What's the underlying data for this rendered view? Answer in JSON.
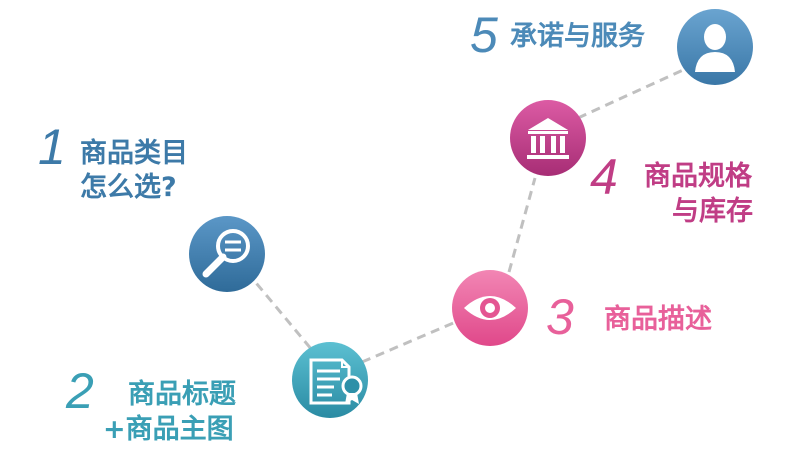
{
  "steps": [
    {
      "number": "1",
      "title_line1": "商品类目",
      "title_line2": "怎么选?",
      "icon": "magnifier-icon"
    },
    {
      "number": "2",
      "title_line1": "商品标题",
      "title_line2": "+商品主图",
      "icon": "certificate-document-icon"
    },
    {
      "number": "3",
      "title_line1": "商品描述",
      "icon": "eye-icon"
    },
    {
      "number": "4",
      "title_line1": "商品规格",
      "title_line2": "与库存",
      "icon": "bank-building-icon"
    },
    {
      "number": "5",
      "title_line1": "承诺与服务",
      "icon": "user-icon"
    }
  ],
  "colors": {
    "step1": "#3d7aa8",
    "step2": "#3a9fb5",
    "step3": "#e8609a",
    "step4": "#c03d85",
    "step5": "#4c8ab8",
    "connector": "#c0c0c0"
  }
}
